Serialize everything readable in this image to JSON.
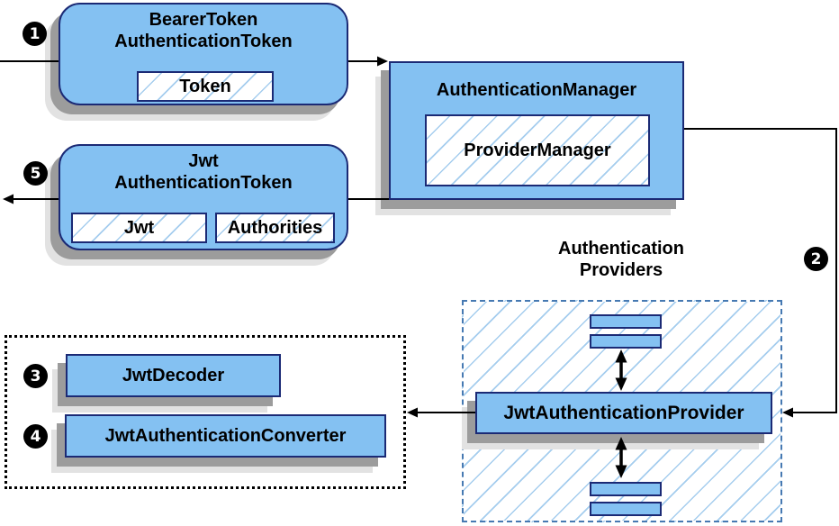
{
  "diagram": {
    "colors": {
      "box_fill": "#84c1f2",
      "box_border": "#1b2a75",
      "hatch_line": "#a5cdee",
      "dashed_border_blue": "#4679b2",
      "dotted_border_black": "#000000",
      "shadow_dark": "#9c9c9c",
      "shadow_light": "#e2e2e2",
      "arrow": "#000000",
      "badge_bg": "#000000",
      "badge_text": "#ffffff"
    },
    "badges": {
      "step1": "1",
      "step2": "2",
      "step3": "3",
      "step4": "4",
      "step5": "5"
    },
    "nodes": {
      "bearer_token": {
        "title_line1": "BearerToken",
        "title_line2": "AuthenticationToken",
        "field": "Token"
      },
      "auth_manager": {
        "title": "AuthenticationManager",
        "field": "ProviderManager"
      },
      "jwt_token": {
        "title_line1": "Jwt",
        "title_line2": "AuthenticationToken",
        "field1": "Jwt",
        "field2": "Authorities"
      },
      "providers_group": {
        "label_line1": "Authentication",
        "label_line2": "Providers"
      },
      "jwt_provider": {
        "title": "JwtAuthenticationProvider"
      },
      "jwt_decoder": {
        "title": "JwtDecoder"
      },
      "jwt_converter": {
        "title": "JwtAuthenticationConverter"
      }
    }
  }
}
